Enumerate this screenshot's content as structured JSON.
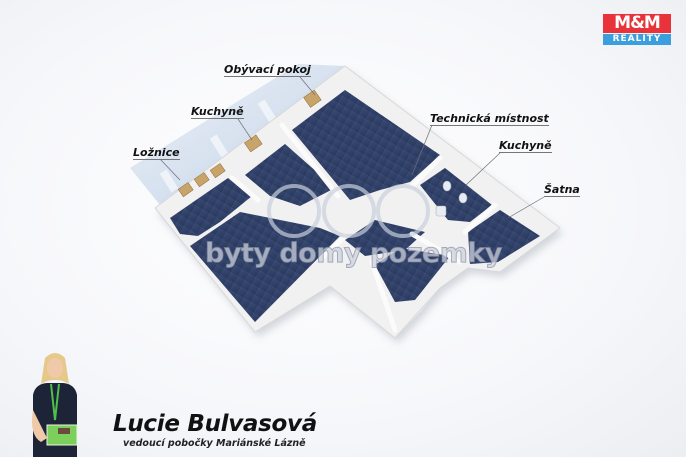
{
  "brand": {
    "logo_top": "M&M",
    "logo_bottom": "REALITY",
    "colors": {
      "red": "#e8333a",
      "blue": "#3a9fdc"
    }
  },
  "floor_plan": {
    "labels": {
      "living_room": "Obývací pokoj",
      "kitchen_left": "Kuchyně",
      "bedroom": "Ložnice",
      "technical_room": "Technická místnost",
      "kitchen_right": "Kuchyně",
      "wardrobe": "Šatna"
    },
    "watermark": "byty domy pozemky",
    "colors": {
      "floor": "#2f3f66",
      "wall": "#f2f2f2",
      "window_frame": "#c9a46a"
    }
  },
  "agent": {
    "name": "Lucie Bulvasová",
    "role": "vedoucí pobočky Mariánské Lázně"
  }
}
